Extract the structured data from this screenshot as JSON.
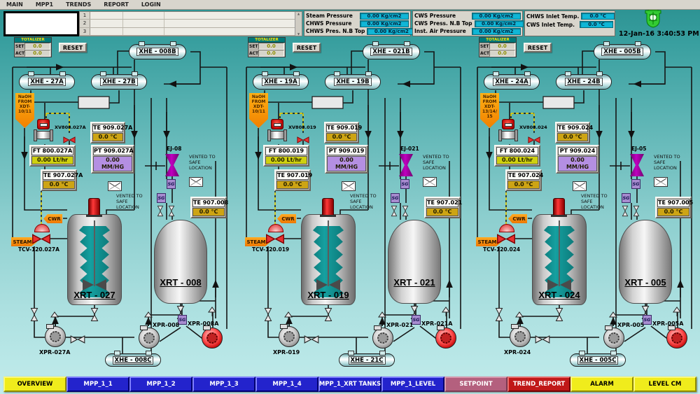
{
  "menu": {
    "items": [
      "MAIN",
      "MPP1",
      "TRENDS",
      "REPORT",
      "LOGIN"
    ]
  },
  "header": {
    "alarm_row_numbers": [
      "1",
      "2",
      "3"
    ],
    "pressure_groups": [
      {
        "rows": [
          {
            "label": "Steam Pressure",
            "value": "0.00",
            "unit": "Kg/cm2"
          },
          {
            "label": "CHWS Pressure",
            "value": "0.00",
            "unit": "Kg/cm2"
          },
          {
            "label": "CHWS Pres. N.B Top",
            "value": "0.00",
            "unit": "Kg/cm2"
          }
        ]
      },
      {
        "rows": [
          {
            "label": "CWS Pressure",
            "value": "0.00",
            "unit": "Kg/cm2"
          },
          {
            "label": "CWS Press. N.B Top",
            "value": "0.00",
            "unit": "Kg/cm2"
          },
          {
            "label": "Inst. Air Pressure",
            "value": "0.00",
            "unit": "Kg/cm2"
          }
        ]
      },
      {
        "rows": [
          {
            "label": "CHWS Inlet Temp.",
            "value": "0.0",
            "unit": "°C"
          },
          {
            "label": "CWS Inlet Temp.",
            "value": "0.0",
            "unit": "°C"
          }
        ]
      }
    ],
    "datetime": "12-Jan-16 3:40:53 PM",
    "logo_name": "green-plant-emblem"
  },
  "totalizer": {
    "title": "TOTALIZER",
    "set_label": "SET",
    "act_label": "ACT",
    "set_value": "0.0",
    "act_value": "0.0",
    "reset_label": "RESET"
  },
  "shared": {
    "vented": "VENTED TO\nSAFE\nLOCATION",
    "sg": "SG",
    "cwr": "CWR",
    "steam": "STEAM"
  },
  "sections": [
    {
      "xhe_top": "XHE - 008B",
      "xhe_a": "XHE - 27A",
      "xhe_b": "XHE - 27B",
      "naoh": "NaOH\nFROM\nXDT-\n10/11",
      "xv_label": "XV808.027A",
      "ft": {
        "tag": "FT 800.027A",
        "value": "0.00 Lt/hr"
      },
      "te909": {
        "tag": "TE 909.027A",
        "value": "0.0 °C"
      },
      "pt909": {
        "tag": "PT 909.027A",
        "value": "0.00 MM/HG"
      },
      "te907a": {
        "tag": "TE 907.027A",
        "value": "0.0 °C"
      },
      "ej": "EJ-08",
      "tcv": "TCV-120.027A",
      "reactor": "XRT - 027",
      "tank2": "XRT - 008",
      "te907b": {
        "tag": "TE 907.008",
        "value": "0.0 °C"
      },
      "pump1": "XPR-027A",
      "pump2": "XPR-008",
      "pump3": "XPR-008A",
      "xhe_bottom": "XHE - 008C"
    },
    {
      "xhe_top": "XHE - 021B",
      "xhe_a": "XHE - 19A",
      "xhe_b": "XHE - 19B",
      "naoh": "NaOH\nFROM\nXDT-\n10/11",
      "xv_label": "XV808.019",
      "ft": {
        "tag": "FT 800.019",
        "value": "0.00 Lt/hr"
      },
      "te909": {
        "tag": "TE 909.019",
        "value": "0.0 °C"
      },
      "pt909": {
        "tag": "PT 909.019",
        "value": "0.00 MM/HG"
      },
      "te907a": {
        "tag": "TE 907.019",
        "value": "0.0 °C"
      },
      "ej": "EJ-021",
      "tcv": "TCV-120.019",
      "reactor": "XRT - 019",
      "tank2": "XRT - 021",
      "te907b": {
        "tag": "TE 907.021",
        "value": "0.0 °C"
      },
      "pump1": "XPR-019",
      "pump2": "XPR-021",
      "pump3": "XPR-021A",
      "xhe_bottom": "XHE - 21C"
    },
    {
      "xhe_top": "XHE - 005B",
      "xhe_a": "XHE - 24A",
      "xhe_b": "XHE - 24B",
      "naoh": "NaOH\nFROM\nXDT-\n13/14/\n15",
      "xv_label": "XV808.024",
      "ft": {
        "tag": "FT 800.024",
        "value": "0.00 Lt/hr"
      },
      "te909": {
        "tag": "TE 909.024",
        "value": "0.0 °C"
      },
      "pt909": {
        "tag": "PT 909.024",
        "value": "0.00 MM/HG"
      },
      "te907a": {
        "tag": "TE 907.024",
        "value": "0.0 °C"
      },
      "ej": "EJ-05",
      "tcv": "TCV-120.024",
      "reactor": "XRT - 024",
      "tank2": "XRT - 005",
      "te907b": {
        "tag": "TE 907.005",
        "value": "0.0 °C"
      },
      "pump1": "XPR-024",
      "pump2": "XPR-005",
      "pump3": "XPR-005A",
      "xhe_bottom": "XHE - 005C"
    }
  ],
  "nav": {
    "buttons": [
      {
        "label": "OVERVIEW",
        "style": "yellow"
      },
      {
        "label": "MPP_1_1",
        "style": "blue"
      },
      {
        "label": "MPP_1_2",
        "style": "blue"
      },
      {
        "label": "MPP_1_3",
        "style": "blue"
      },
      {
        "label": "MPP_1_4",
        "style": "blue"
      },
      {
        "label": "MPP_1_XRT TANKS",
        "style": "blue"
      },
      {
        "label": "MPP_1_LEVEL",
        "style": "blue"
      },
      {
        "label": "SETPOINT",
        "style": "mauve"
      },
      {
        "label": "TREND_REPORT",
        "style": "red"
      },
      {
        "label": "ALARM",
        "style": "yellow"
      },
      {
        "label": "LEVEL CM",
        "style": "yellow"
      }
    ]
  },
  "colors": {
    "value_cyan": "#10b6d6",
    "pipe": "#151515",
    "liquid_teal": "#0d8383",
    "nav_blue": "#2323cc",
    "nav_yellow": "#f0ec1c",
    "nav_mauve": "#b4607e",
    "nav_red": "#c01818",
    "signal_yellow": "#ffe400"
  }
}
